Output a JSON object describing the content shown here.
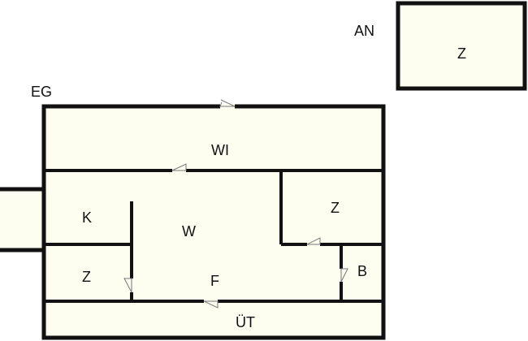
{
  "floors": {
    "ground": "EG",
    "attic": "AN"
  },
  "rooms": {
    "attic_room": "Z",
    "hallway": "WI",
    "kitchen": "K",
    "living": "W",
    "room_right": "Z",
    "room_left": "Z",
    "hall": "F",
    "bath": "B",
    "bottom": "ÜT"
  },
  "colors": {
    "room_fill": "#fdfdf0",
    "wall": "#111111",
    "door": "#777777"
  }
}
